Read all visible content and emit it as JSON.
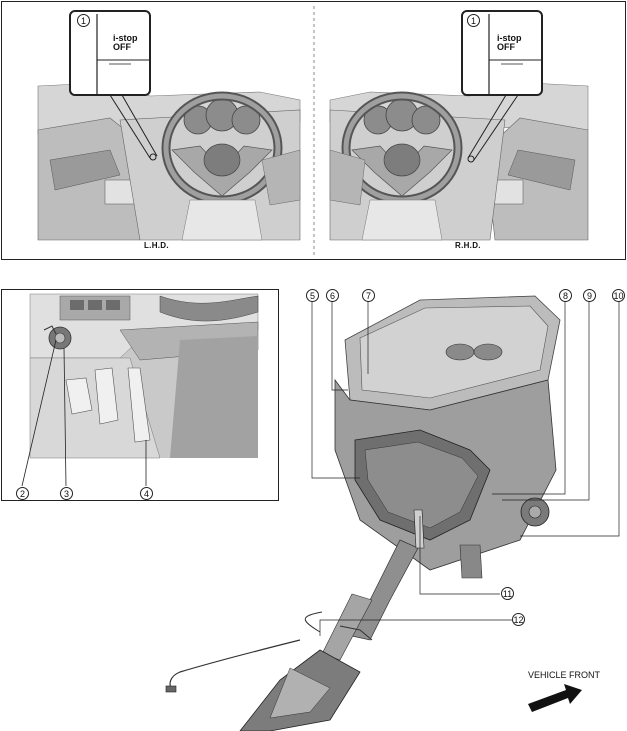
{
  "top_panel": {
    "left_caption": "L.H.D.",
    "right_caption": "R.H.D."
  },
  "switch": {
    "label_line1": "i-stop",
    "label_line2": "OFF"
  },
  "callouts": {
    "c1_left": "1",
    "c1_right": "1",
    "c2": "2",
    "c3": "3",
    "c4": "4",
    "c5": "5",
    "c6": "6",
    "c7": "7",
    "c8": "8",
    "c9": "9",
    "c10": "10",
    "c11": "11",
    "c12": "12"
  },
  "direction_label": "VEHICLE FRONT"
}
